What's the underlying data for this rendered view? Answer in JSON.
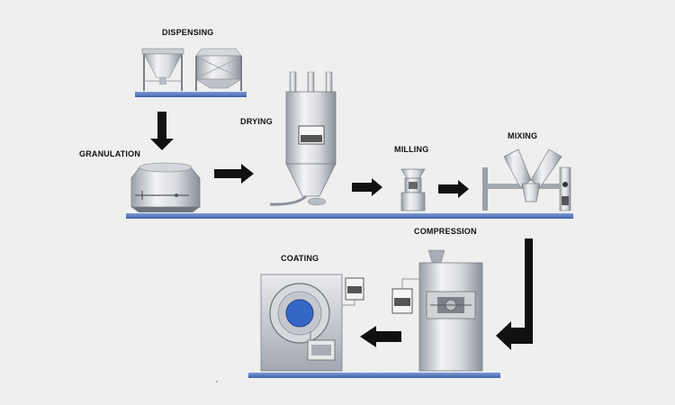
{
  "stages": {
    "dispensing": "DISPENSING",
    "granulation": "GRANULATION",
    "drying": "DRYING",
    "milling": "MILLING",
    "mixing": "MIXING",
    "compression": "COMPRESSION",
    "coating": "COATING"
  },
  "colors": {
    "background": "#efefef",
    "conveyor": "#5b7fc4",
    "arrow": "#111111",
    "steel_light": "#dfe0e4",
    "steel_dark": "#8f949c",
    "coating_drum_center": "#3567c9",
    "panel_screen": "#555555"
  }
}
